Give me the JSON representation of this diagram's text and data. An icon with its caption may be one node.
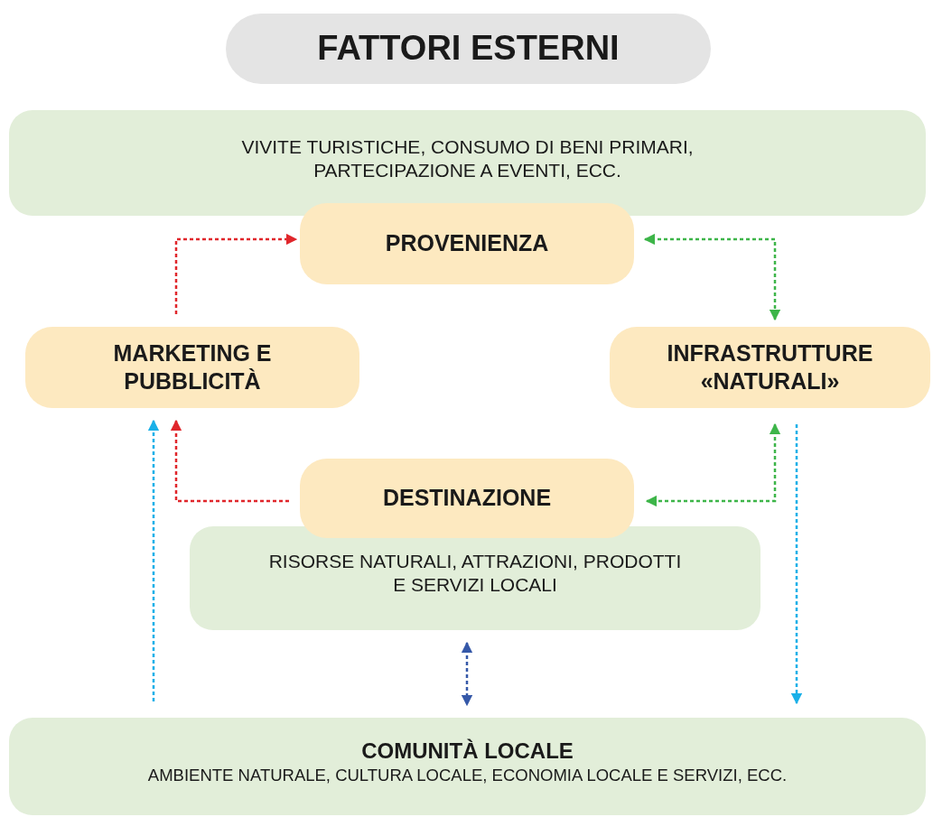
{
  "diagram": {
    "nodes": [
      {
        "text": [
          "FATTORI ESTERNI"
        ]
      },
      {
        "text": [
          "VIVITE TURISTICHE, CONSUMO DI BENI PRIMARI, PARTECIPAZIONE A EVENTI, ECC."
        ]
      },
      {
        "text": [
          "PROVENIENZA"
        ]
      },
      {
        "text": [
          "MARKETING E PUBBLICITÀ"
        ]
      },
      {
        "text": [
          "INFRASTRUTTURE «NATURALI»"
        ]
      },
      {
        "text": [
          "DESTINAZIONE"
        ]
      },
      {
        "text": [
          "RISORSE NATURALI, ATTRAZIONI, PRODOTTI E SERVIZI LOCALI"
        ]
      },
      {
        "text": [
          "COMUNITÀ LOCALE",
          "AMBIENTE NATURALE, CULTURA LOCALE, ECONOMIA LOCALE E SERVIZI, ECC."
        ]
      }
    ],
    "edges": [
      {
        "from": 3,
        "to": 2,
        "arrow": "to",
        "style": "dashed",
        "color": "#e0262b"
      },
      {
        "from": 2,
        "to": 4,
        "arrow": "both",
        "style": "dashed",
        "color": "#3db549"
      },
      {
        "from": 5,
        "to": 3,
        "arrow": "to",
        "style": "dashed",
        "color": "#e0262b"
      },
      {
        "from": 4,
        "to": 5,
        "arrow": "both",
        "style": "dashed",
        "color": "#3db549"
      },
      {
        "from": 7,
        "to": 3,
        "arrow": "to",
        "style": "dashed",
        "color": "#1ab0e8"
      },
      {
        "from": 4,
        "to": 7,
        "arrow": "to",
        "style": "dashed",
        "color": "#1ab0e8"
      },
      {
        "from": 6,
        "to": 7,
        "arrow": "both",
        "style": "dashed",
        "color": "#3558a8"
      }
    ]
  }
}
